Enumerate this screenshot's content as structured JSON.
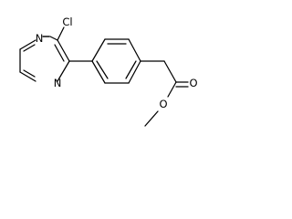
{
  "molecule": {
    "atoms": {
      "chlorine": "Cl",
      "pyrazine_n1": "N",
      "pyrazine_n4": "N",
      "ketone_oxygen": "O",
      "ester_oxygen": "O"
    }
  },
  "colors": {
    "background": "#ffffff",
    "bond": "#000000",
    "label": "#000000"
  }
}
